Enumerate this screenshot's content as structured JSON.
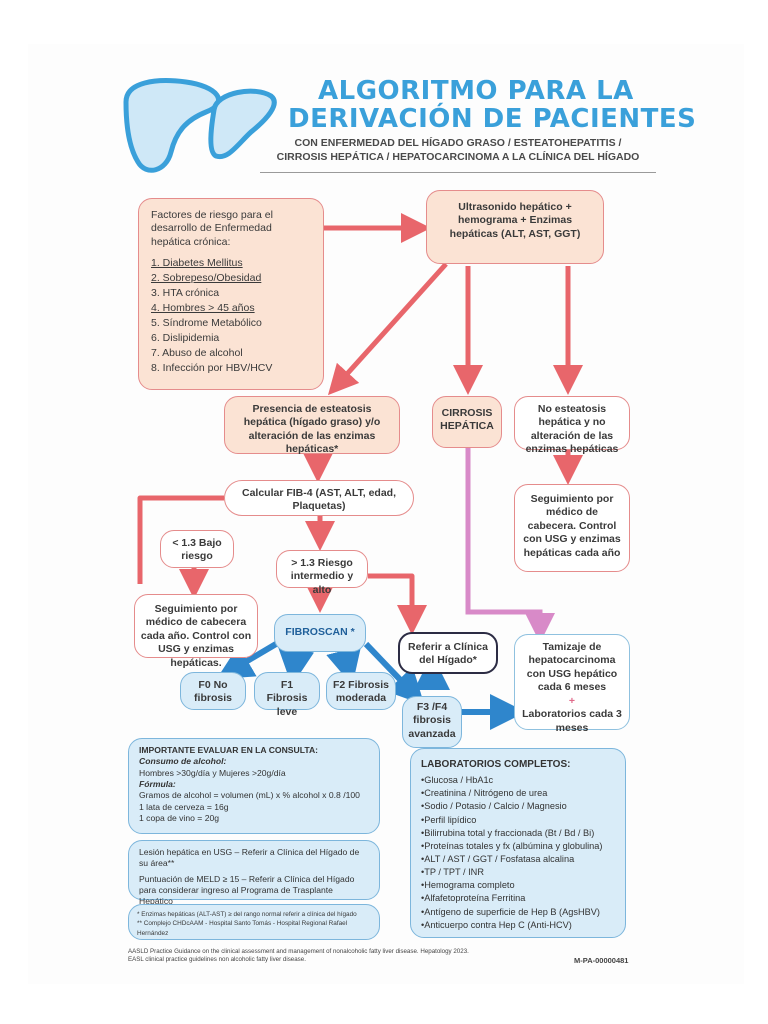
{
  "header": {
    "title_line1": "ALGORITMO PARA LA",
    "title_line2": "DERIVACIÓN DE PACIENTES",
    "subtitle_line1": "CON ENFERMEDAD DEL HÍGADO GRASO / ESTEATOHEPATITIS /",
    "subtitle_line2": "CIRROSIS HEPÁTICA / HEPATOCARCINOMA A LA CLÍNICA DEL HÍGADO"
  },
  "risk_factors": {
    "heading": "Factores de riesgo para el desarrollo de Enfermedad hepática crónica:",
    "items": [
      "1. Diabetes Mellitus",
      "2. Sobrepeso/Obesidad",
      "3. HTA crónica",
      "4. Hombres > 45 años",
      "5. Síndrome Metabólico",
      "6. Dislipidemia",
      "7. Abuso de alcohol",
      "8. Infección por HBV/HCV"
    ]
  },
  "nodes": {
    "ultrasound": "Ultrasonido hepático + hemograma + Enzimas hepáticas (ALT, AST, GGT)",
    "steatosis": "Presencia de esteatosis hepática (hígado graso) y/o alteración de las enzimas hepáticas*",
    "cirrosis": "CIRROSIS HEPÁTICA",
    "no_steatosis": "No esteatosis hepática y no alteración de las enzimas hepáticas",
    "followup_right": "Seguimiento por médico de cabecera. Control con USG y enzimas hepáticas cada año",
    "fib4": "Calcular FIB-4 (AST, ALT, edad, Plaquetas)",
    "low_risk": "< 1.3 Bajo riesgo",
    "high_risk": "> 1.3 Riesgo intermedio y alto",
    "followup_left": "Seguimiento por médico de cabecera cada año. Control con USG y enzimas hepáticas.",
    "fibroscan": "FIBROSCAN *",
    "refer": "Referir a Clínica del Hígado*",
    "screening": "Tamizaje de hepatocarcinoma con USG hepático cada 6 meses",
    "screening_plus": "+",
    "screening_labs": "Laboratorios cada 3 meses",
    "f0": "F0 No fibrosis",
    "f1": "F1 Fibrosis leve",
    "f2": "F2 Fibrosis moderada",
    "f34": "F3 /F4 fibrosis avanzada"
  },
  "consult": {
    "heading": "IMPORTANTE EVALUAR EN LA CONSULTA:",
    "alcohol_label": "Consumo de alcohol:",
    "alcohol_text": "Hombres >30g/día y Mujeres >20g/día",
    "formula_label": "Fórmula:",
    "formula_text": "Gramos de alcohol = volumen (mL) x % alcohol x 0.8 /100",
    "beer": "1 lata de cerveza = 16g",
    "wine": "1 copa de vino = 20g"
  },
  "lesion": {
    "item1": "Lesión hepática en USG – Referir a Clínica del Hígado de su área**",
    "item2": "Puntuación de MELD ≥ 15 – Referir a Clínica del Hígado para considerar ingreso al Programa de Trasplante Hepático"
  },
  "footnotes": {
    "f1": "* Enzimas hepáticas (ALT-AST) ≥ del rango normal referir a clínica del hígado",
    "f2": "** Complejo CHDcAAM - Hospital Santo Tomás - Hospital Regional Rafael Hernández"
  },
  "labs": {
    "heading": "LABORATORIOS COMPLETOS:",
    "items": [
      "•Glucosa / HbA1c",
      "•Creatinina / Nitrógeno de urea",
      "•Sodio / Potasio / Calcio / Magnesio",
      "•Perfil lipídico",
      "•Bilirrubina total y fraccionada (Bt / Bd / Bi)",
      "•Proteínas totales y fx (albúmina y globulina)",
      "•ALT / AST / GGT / Fosfatasa alcalina",
      "•TP / TPT / INR",
      "•Hemograma completo",
      "•Alfafetoproteína Ferritina",
      "•Antígeno de superficie de Hep B (AgsHBV)",
      "•Anticuerpo contra Hep C (Anti-HCV)"
    ]
  },
  "references": {
    "line1": "AASLD Practice Guidance on the clinical assessment and management of nonalcoholic fatty liver disease. Hepatology 2023.",
    "line2": "EASL clinical practice guidelines non alcoholic fatty liver disease."
  },
  "code": "M-PA-00000481",
  "colors": {
    "title_blue": "#3aa0da",
    "arrow_red": "#e8666b",
    "arrow_pink": "#d88ac8",
    "arrow_blue": "#2f86cc",
    "box_peach": "#fbe3d4",
    "box_light_blue": "#d9ecf8"
  },
  "icons": {
    "logo": "liver-icon"
  }
}
